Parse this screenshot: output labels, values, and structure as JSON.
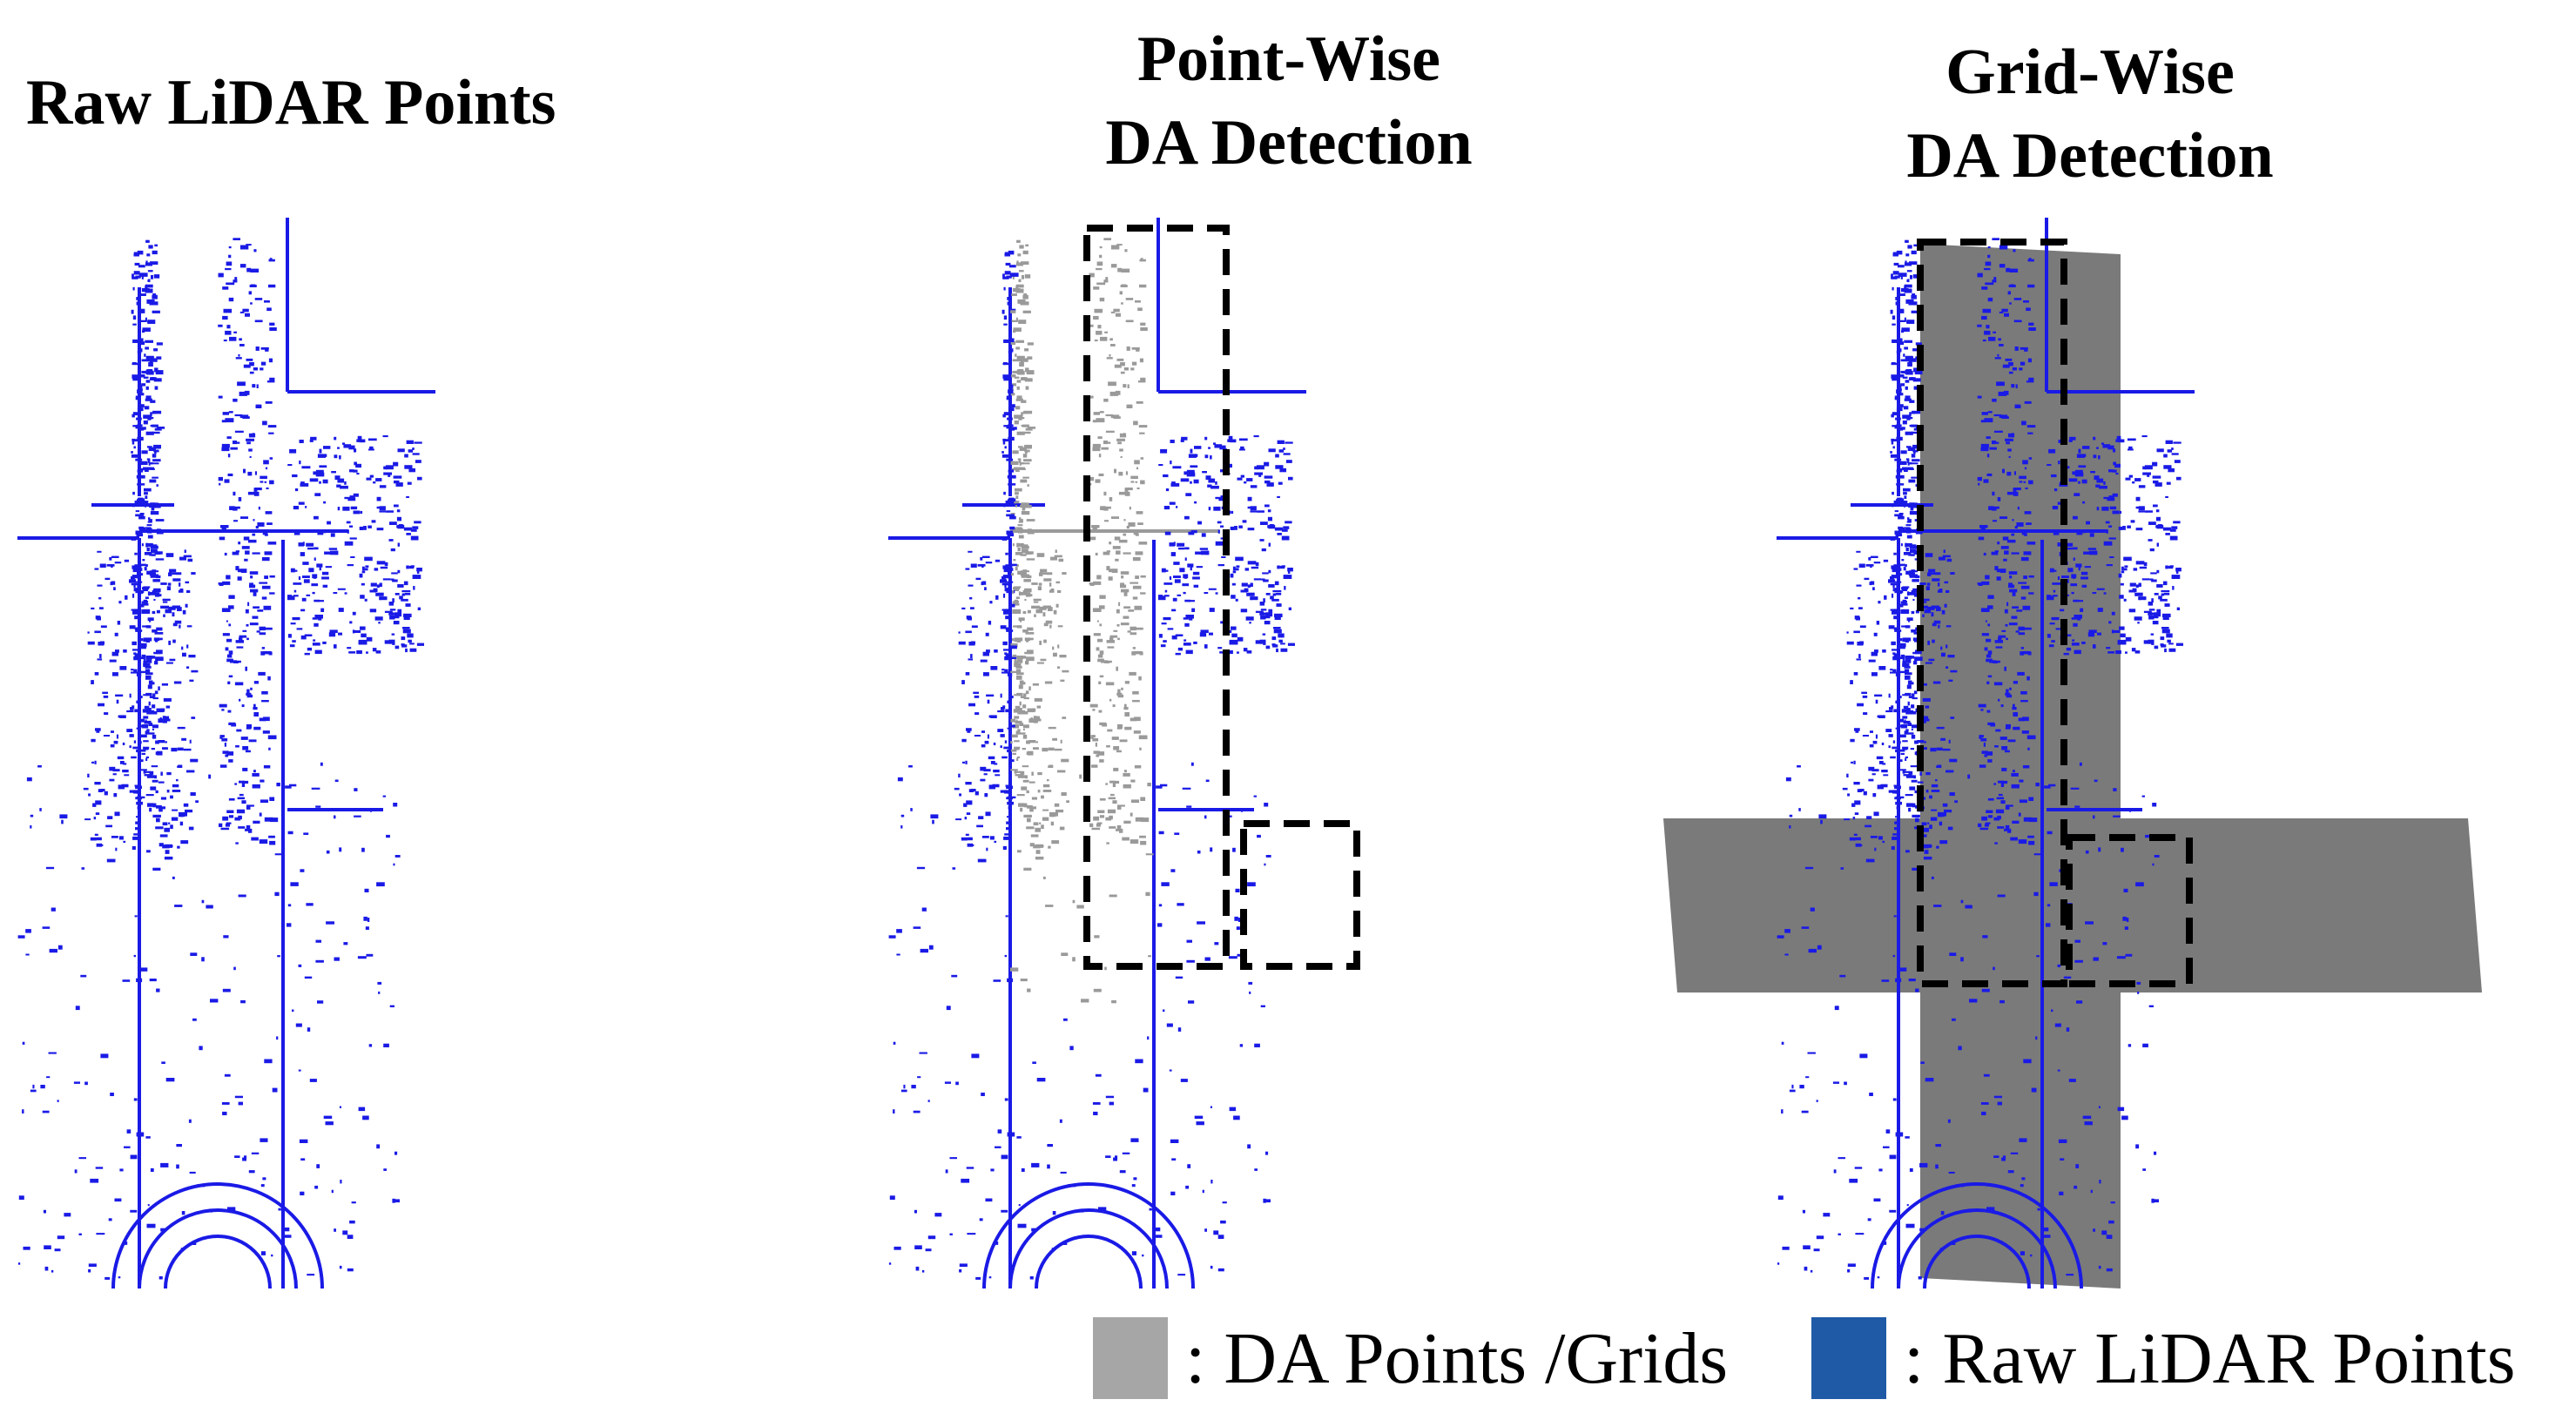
{
  "titles": {
    "raw": "Raw LiDAR Points",
    "point_wise_line1": "Point-Wise",
    "point_wise_line2": "DA Detection",
    "grid_wise_line1": "Grid-Wise",
    "grid_wise_line2": "DA Detection"
  },
  "legend": {
    "da_label": ": DA Points /Grids",
    "raw_label": ": Raw LiDAR Points",
    "da_color": "#a6a6a6",
    "raw_color": "#1f5aa6"
  },
  "colors": {
    "lidar": "#1a1ae6",
    "da_points": "#9a9a9a",
    "da_grid": "#7a7a7a",
    "box": "#000000"
  }
}
